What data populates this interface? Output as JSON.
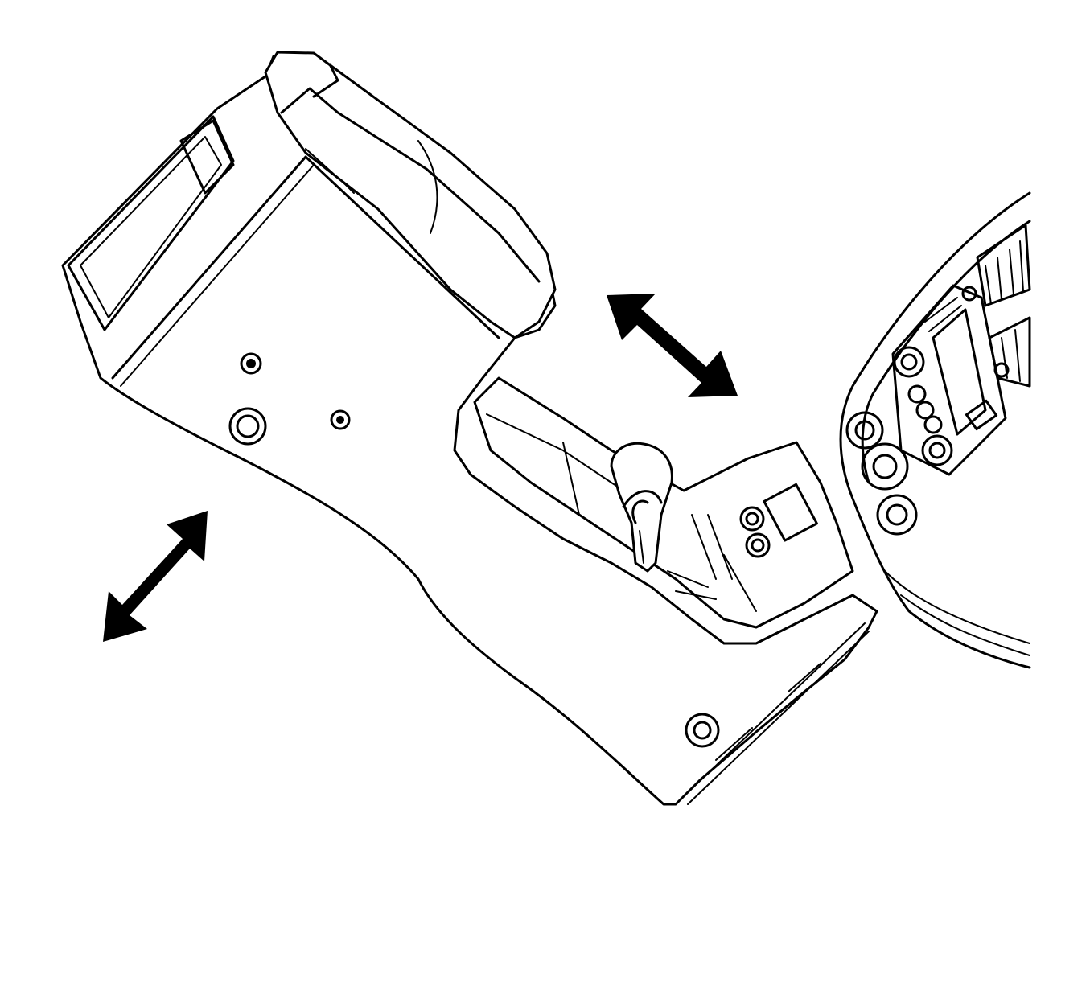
{
  "figure": {
    "kind": "technical line drawing",
    "background": "#ffffff",
    "line_color": "#000000",
    "parts": [
      "center-console",
      "armrest-lid",
      "shifter-bezel",
      "gear-shift-lever",
      "instrument-panel",
      "radio-hvac-controls"
    ],
    "arrows": [
      {
        "name": "removal-arrow-front",
        "meaning": "bidirectional"
      },
      {
        "name": "removal-arrow-rear",
        "meaning": "bidirectional"
      }
    ]
  }
}
